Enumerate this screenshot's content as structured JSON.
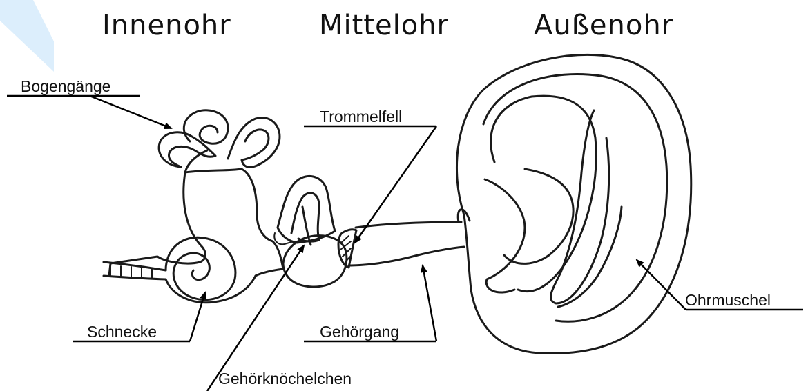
{
  "headings": {
    "inner": "Innenohr",
    "middle": "Mittelohr",
    "outer": "Außenohr"
  },
  "labels": {
    "bogengaenge": "Bogengänge",
    "trommelfell": "Trommelfell",
    "schnecke": "Schnecke",
    "gehoerknoechelchen": "Gehörknöchelchen",
    "gehoergang": "Gehörgang",
    "ohrmuschel": "Ohrmuschel"
  },
  "colors": {
    "ink": "#1a1a1a",
    "background": "#ffffff",
    "corner_mark": "#dceefc"
  }
}
